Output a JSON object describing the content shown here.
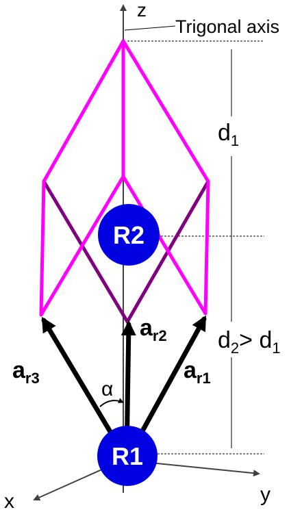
{
  "labels": {
    "z_axis": "z",
    "x_axis": "x",
    "y_axis": "y",
    "trigonal_axis": "Trigonal axis",
    "d1": "d",
    "d1_sub": "1",
    "d2_main": "d",
    "d2_sub": "2",
    "d2_gt": "> d",
    "d2_gt_sub": "1",
    "alpha": "α",
    "ar1": "a",
    "ar1_sub": "r1",
    "ar2": "a",
    "ar2_sub": "r2",
    "ar3": "a",
    "ar3_sub": "r3",
    "atom_r1": "R1",
    "atom_r2": "R2"
  },
  "colors": {
    "front_edges": "#ff00ff",
    "back_edges": "#800080",
    "atom": "#0000e0",
    "atom_text": "#ffffff",
    "vectors": "#000000",
    "axes": "#404040",
    "guides": "#000000"
  }
}
